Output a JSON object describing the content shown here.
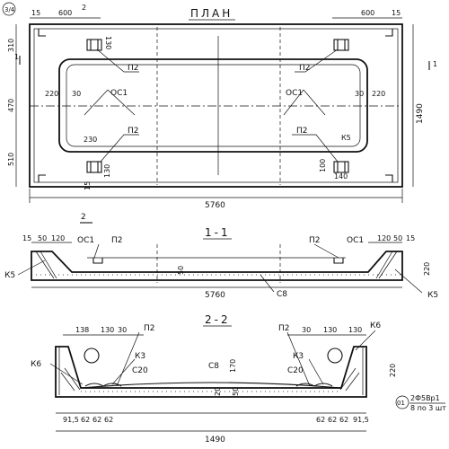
{
  "plan": {
    "title": "ПЛАН",
    "sheet_mark": "3/4",
    "dims": {
      "left_15": "15",
      "left_600": "600",
      "left_2": "2",
      "right_600": "600",
      "right_15": "15",
      "v_310": "310",
      "v_470": "470",
      "v_510": "510",
      "h_220_left": "220",
      "h_30_left": "30",
      "h_230": "230",
      "h_30_right": "30",
      "h_220_right": "220",
      "v_130": "130",
      "v_100": "100",
      "h_140": "140",
      "total_width": "5760",
      "total_height": "1490",
      "v_15": "15"
    },
    "labels": {
      "p2_tl": "П2",
      "p2_tr": "П2",
      "p2_bl": "П2",
      "p2_br": "П2",
      "oc1_left": "ОС1",
      "oc1_right": "ОС1",
      "k5_mark": "К5"
    },
    "section_marks": {
      "s1_left": "1",
      "s1_right": "1",
      "s2": "2"
    }
  },
  "section_1": {
    "title": "1-1",
    "dims": {
      "d15": "15",
      "d50": "50",
      "d120": "120",
      "r120": "120",
      "r50": "50",
      "r15": "15",
      "h220": "220",
      "h50": "50",
      "total": "5760"
    },
    "labels": {
      "oc1_left": "ОС1",
      "p2_left": "П2",
      "p2_right": "П2",
      "oc1_right": "ОС1",
      "k5_left": "К5",
      "k5_right": "К5",
      "c8": "С8"
    }
  },
  "section_2": {
    "title": "2-2",
    "dims": {
      "d138": "138",
      "d130": "130",
      "d30": "30",
      "r30": "30",
      "r130": "130",
      "r130b": "130",
      "h220": "220",
      "h170": "170",
      "h20": "20",
      "h50": "50",
      "b91_5_left": "91,5",
      "b62_1": "62",
      "b62_2": "62",
      "b62_3": "62",
      "b62_4": "62",
      "b62_5": "62",
      "b62_6": "62",
      "b91_5_right": "91,5",
      "total": "1490"
    },
    "labels": {
      "p2_left": "П2",
      "p2_right": "П2",
      "k6_left": "К6",
      "k6_right": "К6",
      "k3_left": "К3",
      "k3_right": "К3",
      "c20_left": "С20",
      "c20_right": "С20",
      "c8": "С8"
    },
    "note": {
      "circle_mark": "01",
      "line1": "2Ф5Вр1",
      "line2": "8 по 3 шт"
    }
  }
}
